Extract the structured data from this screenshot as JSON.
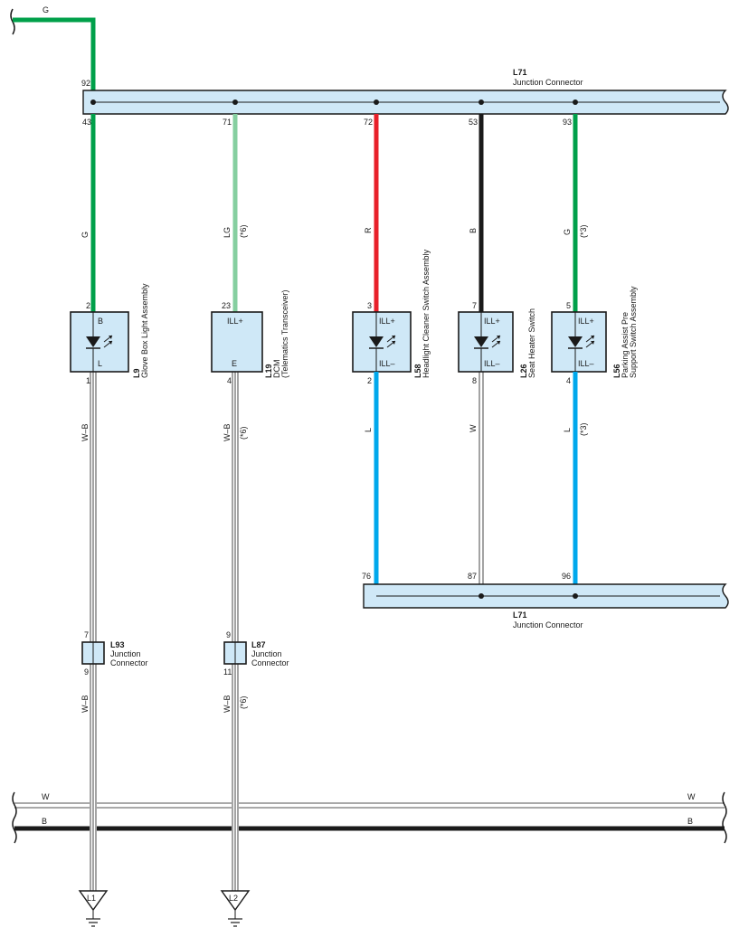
{
  "colors": {
    "G": "#00a04a",
    "LG": "#86cfa0",
    "R": "#e8202a",
    "B": "#1a1a1a",
    "L": "#00a8ec",
    "W": "#ffffff",
    "connector_fill": "#cfe8f7"
  },
  "top_wire": {
    "code": "G"
  },
  "junction_top": {
    "id": "L71",
    "name": "Junction Connector",
    "pins": {
      "in": "92",
      "c1": "43",
      "c2": "71",
      "c3": "72",
      "c4": "53",
      "c5": "93"
    }
  },
  "junction_bottom": {
    "id": "L71",
    "name": "Junction Connector",
    "pins": {
      "c3": "76",
      "c4": "87",
      "c5": "96"
    }
  },
  "col1": {
    "upper_wire": "G",
    "component": {
      "id": "L9",
      "name": "Glove Box Light Assembly",
      "pin_top": "2",
      "pin_bottom": "1",
      "term_top": "B",
      "term_bottom": "L"
    },
    "lower_wire": "W–B",
    "junction": {
      "id": "L93",
      "name": "Junction\nConnector",
      "line1": "Junction",
      "line2": "Connector",
      "pin_top": "7",
      "pin_bottom": "9"
    },
    "ground_wire": "W–B",
    "ground": "L1"
  },
  "col2": {
    "upper_wire": "LG",
    "upper_note": "(*6)",
    "component": {
      "id": "L19",
      "name": "DCM",
      "name2": "(Telematics Transceiver)",
      "pin_top": "23",
      "pin_bottom": "4",
      "term_top": "ILL+",
      "term_bottom": "E"
    },
    "lower_wire": "W–B",
    "lower_note": "(*6)",
    "junction": {
      "id": "L87",
      "line1": "Junction",
      "line2": "Connector",
      "pin_top": "9",
      "pin_bottom": "11"
    },
    "ground_wire": "W–B",
    "ground_note": "(*6)",
    "ground": "L2"
  },
  "col3": {
    "upper_wire": "R",
    "component": {
      "id": "L58",
      "name": "Headlight Cleaner Switch Assembly",
      "pin_top": "3",
      "pin_bottom": "2",
      "term_top": "ILL+",
      "term_bottom": "ILL–"
    },
    "lower_wire": "L"
  },
  "col4": {
    "upper_wire": "B",
    "component": {
      "id": "L26",
      "name": "Seat Heater Switch",
      "pin_top": "7",
      "pin_bottom": "8",
      "term_top": "ILL+",
      "term_bottom": "ILL–"
    },
    "lower_wire": "W"
  },
  "col5": {
    "upper_wire": "G",
    "upper_note": "(*3)",
    "component": {
      "id": "L56",
      "name": "Parking Assist Pre",
      "name2": "Support Switch Assembly",
      "pin_top": "5",
      "pin_bottom": "4",
      "term_top": "ILL+",
      "term_bottom": "ILL–"
    },
    "lower_wire": "L",
    "lower_note": "(*3)"
  },
  "bus": {
    "w_left": "W",
    "w_right": "W",
    "b_left": "B",
    "b_right": "B"
  }
}
